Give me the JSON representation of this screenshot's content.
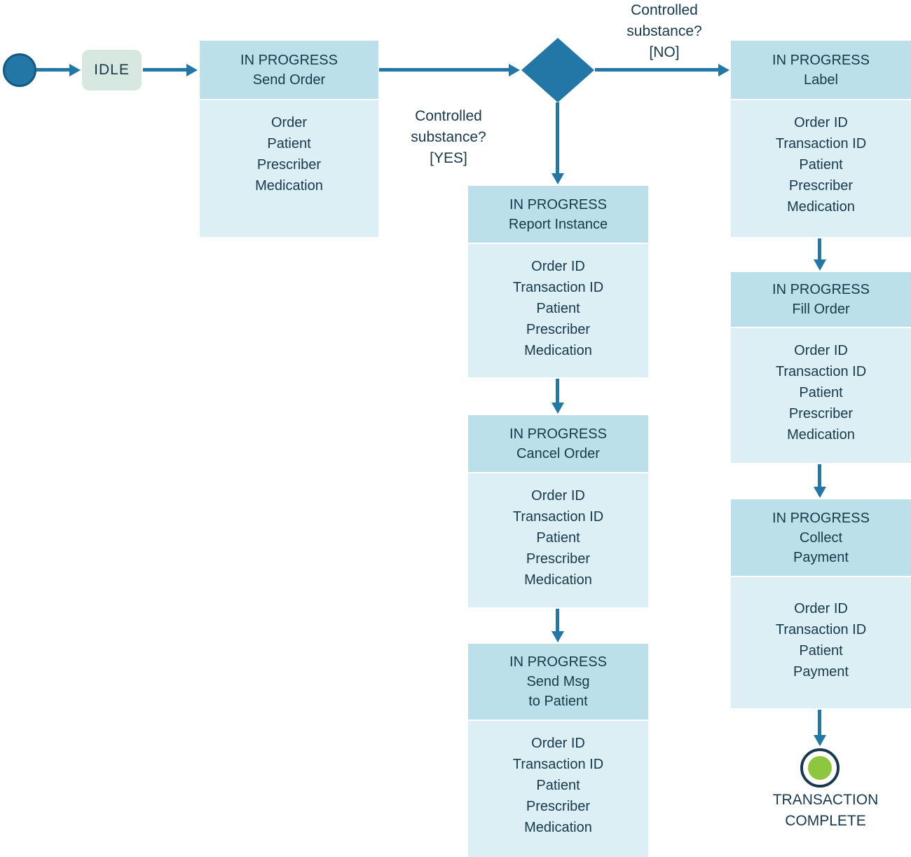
{
  "colors": {
    "arrow": "#2277A7",
    "diamond": "#2277A7",
    "start_fill": "#2277A7",
    "header_fill": "#BCE0E9",
    "body_fill": "#DCEFF4",
    "idle_fill": "#D6E8E0",
    "end_inner_green": "#8DC63F",
    "outline_navy": "#17394C",
    "text": "#17394C"
  },
  "idle": {
    "label": "IDLE"
  },
  "decision": {
    "no_label": {
      "line1": "Controlled",
      "line2": "substance?",
      "line3": "[NO]"
    },
    "yes_label": {
      "line1": "Controlled",
      "line2": "substance?",
      "line3": "[YES]"
    }
  },
  "nodes": {
    "send_order": {
      "title": [
        "IN PROGRESS",
        "Send Order"
      ],
      "body": [
        "Order",
        "Patient",
        "Prescriber",
        "Medication"
      ]
    },
    "label": {
      "title": [
        "IN PROGRESS",
        "Label"
      ],
      "body": [
        "Order ID",
        "Transaction ID",
        "Patient",
        "Prescriber",
        "Medication"
      ]
    },
    "report_instance": {
      "title": [
        "IN PROGRESS",
        "Report Instance"
      ],
      "body": [
        "Order ID",
        "Transaction ID",
        "Patient",
        "Prescriber",
        "Medication"
      ]
    },
    "cancel_order": {
      "title": [
        "IN PROGRESS",
        "Cancel Order"
      ],
      "body": [
        "Order ID",
        "Transaction ID",
        "Patient",
        "Prescriber",
        "Medication"
      ]
    },
    "send_msg": {
      "title": [
        "IN PROGRESS",
        "Send Msg",
        "to Patient"
      ],
      "body": [
        "Order ID",
        "Transaction ID",
        "Patient",
        "Prescriber",
        "Medication"
      ]
    },
    "fill_order": {
      "title": [
        "IN PROGRESS",
        "Fill Order"
      ],
      "body": [
        "Order ID",
        "Transaction ID",
        "Patient",
        "Prescriber",
        "Medication"
      ]
    },
    "collect_payment": {
      "title": [
        "IN PROGRESS",
        "Collect",
        "Payment"
      ],
      "body": [
        "Order ID",
        "Transaction ID",
        "Patient",
        "Payment"
      ]
    }
  },
  "end": {
    "label": [
      "TRANSACTION",
      "COMPLETE"
    ]
  }
}
